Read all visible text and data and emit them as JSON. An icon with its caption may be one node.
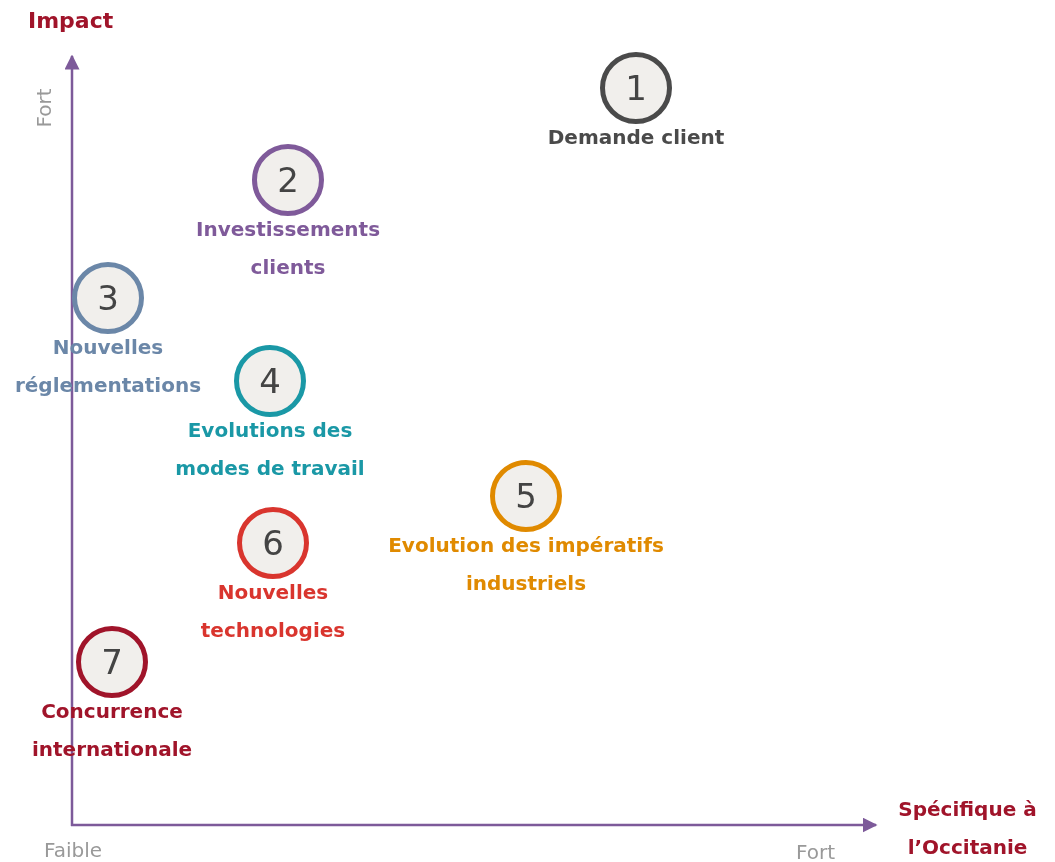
{
  "diagram": {
    "nodes": [
      {
        "text": [
          "1"
        ],
        "beside": [
          "Demande client"
        ]
      },
      {
        "text": [
          "2"
        ],
        "beside": [
          "Investissements clients"
        ]
      },
      {
        "text": [
          "3"
        ],
        "beside": [
          "Nouvelles réglementations"
        ]
      },
      {
        "text": [
          "4"
        ],
        "beside": [
          "Evolutions des modes de travail"
        ]
      },
      {
        "text": [
          "5"
        ],
        "beside": [
          "Evolution des impératifs industriels"
        ]
      },
      {
        "text": [
          "6"
        ],
        "beside": [
          "Nouvelles technologies"
        ]
      },
      {
        "text": [
          "7"
        ],
        "beside": [
          "Concurrence internationale"
        ]
      }
    ],
    "labels": [
      "Impact",
      "Fort",
      "Faible",
      "Fort",
      "Spécifique à l’Occitanie"
    ]
  }
}
